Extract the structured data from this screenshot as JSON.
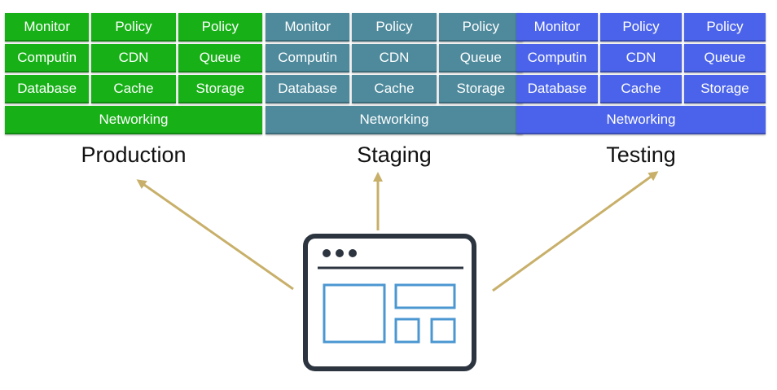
{
  "environments": [
    {
      "id": "production",
      "label": "Production",
      "color": "#17b117",
      "rows": [
        [
          "Monitor",
          "Policy",
          "Policy"
        ],
        [
          "Computin",
          "CDN",
          "Queue"
        ],
        [
          "Database",
          "Cache",
          "Storage"
        ]
      ],
      "footer": "Networking"
    },
    {
      "id": "staging",
      "label": "Staging",
      "color": "#4e8a9c",
      "rows": [
        [
          "Monitor",
          "Policy",
          "Policy"
        ],
        [
          "Computin",
          "CDN",
          "Queue"
        ],
        [
          "Database",
          "Cache",
          "Storage"
        ]
      ],
      "footer": "Networking"
    },
    {
      "id": "testing",
      "label": "Testing",
      "color": "#4b63ea",
      "rows": [
        [
          "Monitor",
          "Policy",
          "Policy"
        ],
        [
          "Computin",
          "CDN",
          "Queue"
        ],
        [
          "Database",
          "Cache",
          "Storage"
        ]
      ],
      "footer": "Networking"
    }
  ],
  "arrow_color": "#c8b06a",
  "app_icon": {
    "name": "browser-window-icon",
    "frame_color": "#2c3440",
    "accent_color": "#4b97d1"
  }
}
